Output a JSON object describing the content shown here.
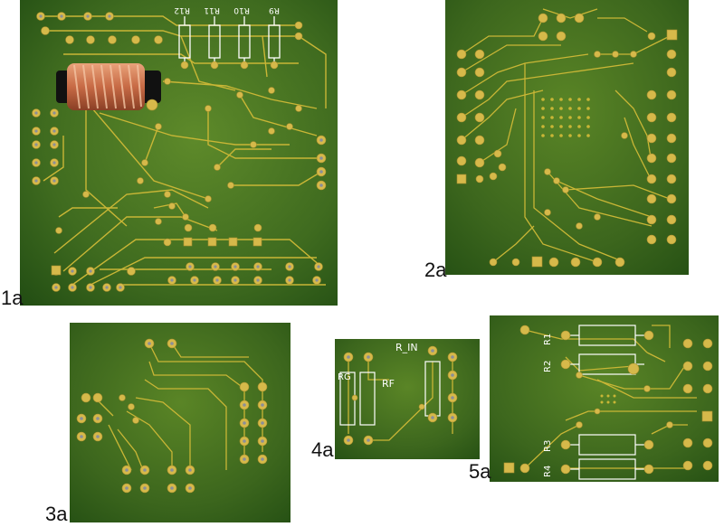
{
  "colors": {
    "board_dark": "#1f4a12",
    "board_mid": "#3f6b1f",
    "board_light": "#5e8a2a",
    "trace": "#c9b636",
    "pad_ring": "#d6b94a",
    "drill": "#8a8f9a",
    "silk": "#ffffff",
    "coil": "#d07a55"
  },
  "panels": [
    {
      "label": "1a"
    },
    {
      "label": "2a"
    },
    {
      "label": "3a"
    },
    {
      "label": "4a"
    },
    {
      "label": "5a"
    }
  ],
  "board1": {
    "silk_labels": [
      "R12",
      "R11",
      "R10",
      "R9"
    ]
  },
  "board4": {
    "silk_labels": [
      "R_IN",
      "RG",
      "RF"
    ]
  },
  "board5": {
    "silk_labels": [
      "R1",
      "R2",
      "R3",
      "R4"
    ]
  }
}
